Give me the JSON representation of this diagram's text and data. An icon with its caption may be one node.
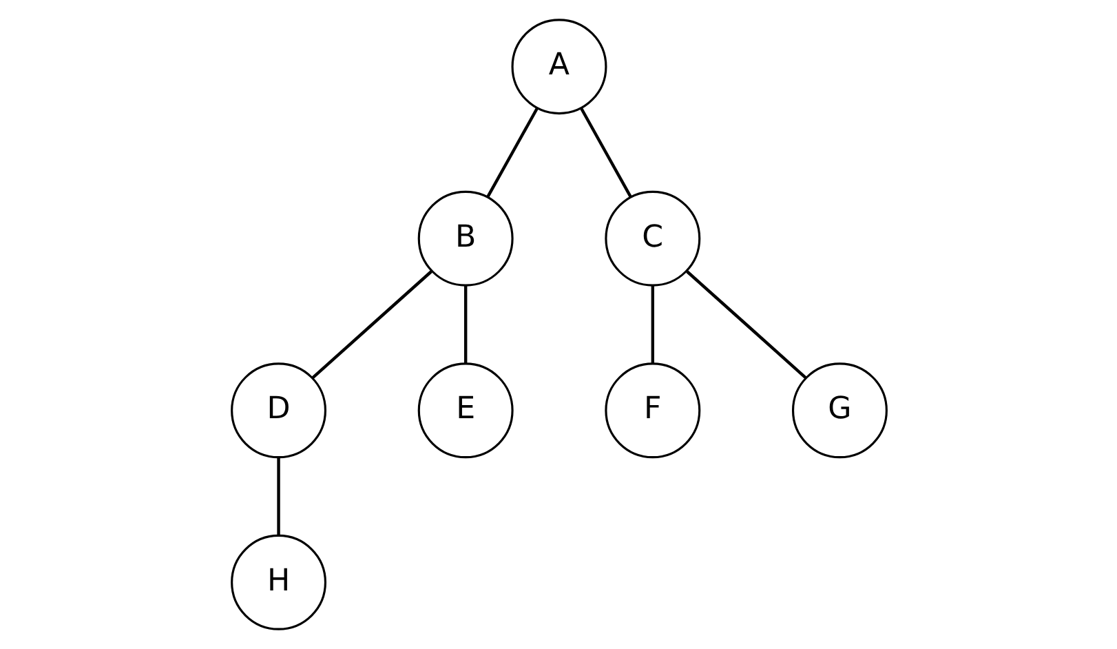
{
  "diagram": {
    "nodes": [
      {
        "text": [
          "A"
        ]
      },
      {
        "text": [
          "B"
        ]
      },
      {
        "text": [
          "C"
        ]
      },
      {
        "text": [
          "D"
        ]
      },
      {
        "text": [
          "E"
        ]
      },
      {
        "text": [
          "F"
        ]
      },
      {
        "text": [
          "G"
        ]
      },
      {
        "text": [
          "H"
        ]
      }
    ],
    "edges": [
      {
        "from": 0,
        "to": 1,
        "arrow": "none"
      },
      {
        "from": 0,
        "to": 2,
        "arrow": "none"
      },
      {
        "from": 1,
        "to": 3,
        "arrow": "none"
      },
      {
        "from": 1,
        "to": 4,
        "arrow": "none"
      },
      {
        "from": 2,
        "to": 5,
        "arrow": "none"
      },
      {
        "from": 2,
        "to": 6,
        "arrow": "none"
      },
      {
        "from": 3,
        "to": 7,
        "arrow": "none"
      }
    ]
  }
}
